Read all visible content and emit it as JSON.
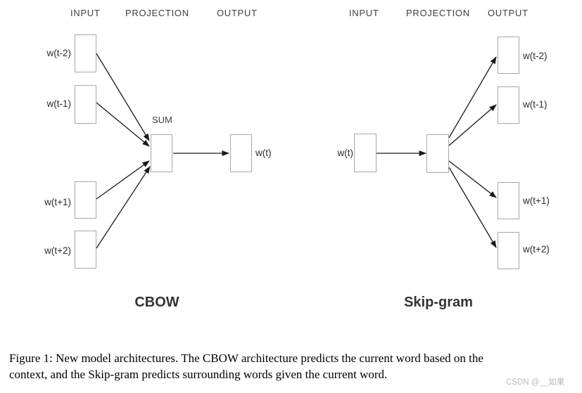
{
  "diagram": {
    "cbow": {
      "headers": [
        "INPUT",
        "PROJECTION",
        "OUTPUT"
      ],
      "input_labels": [
        "w(t-2)",
        "w(t-1)",
        "w(t+1)",
        "w(t+2)"
      ],
      "sum_label": "SUM",
      "output_label": "w(t)",
      "title": "CBOW"
    },
    "skipgram": {
      "headers": [
        "INPUT",
        "PROJECTION",
        "OUTPUT"
      ],
      "input_label": "w(t)",
      "output_labels": [
        "w(t-2)",
        "w(t-1)",
        "w(t+1)",
        "w(t+2)"
      ],
      "title": "Skip-gram"
    }
  },
  "caption": {
    "line1": "Figure 1: New model architectures. The CBOW architecture predicts the current word based on the",
    "line2": "context, and the Skip-gram predicts surrounding words given the current word."
  },
  "watermark": "CSDN @__如果",
  "colors": {
    "box_border": "#a8a8a8",
    "arrow": "#1a1a1a",
    "header_text": "#3f3f3f",
    "title_text": "#333333",
    "caption_text": "#000000",
    "watermark_text": "#b9b9b9"
  }
}
